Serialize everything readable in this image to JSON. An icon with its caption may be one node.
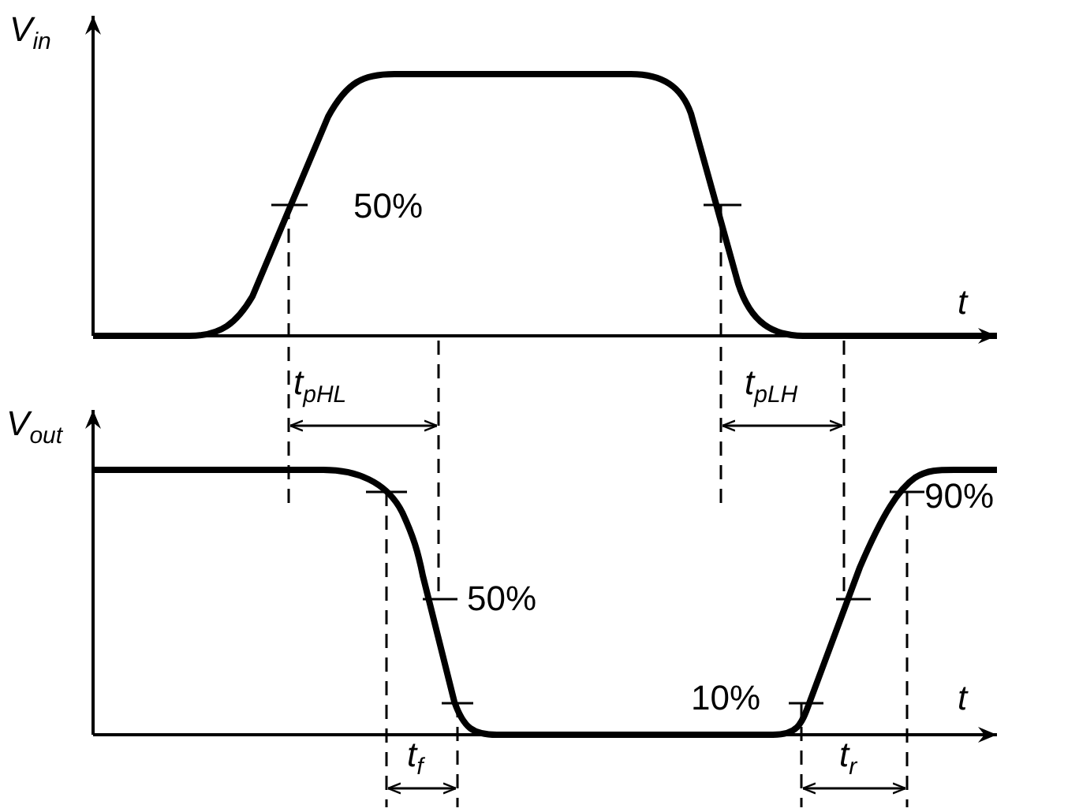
{
  "diagram": {
    "labels": [
      "V$_{in}$",
      "50%",
      "t",
      "t$_{pHL}$",
      "t$_{pLH}$",
      "V$_{out}$",
      "90%",
      "50%",
      "10%",
      "t",
      "t$_{f}$",
      "t$_{r}$"
    ]
  }
}
